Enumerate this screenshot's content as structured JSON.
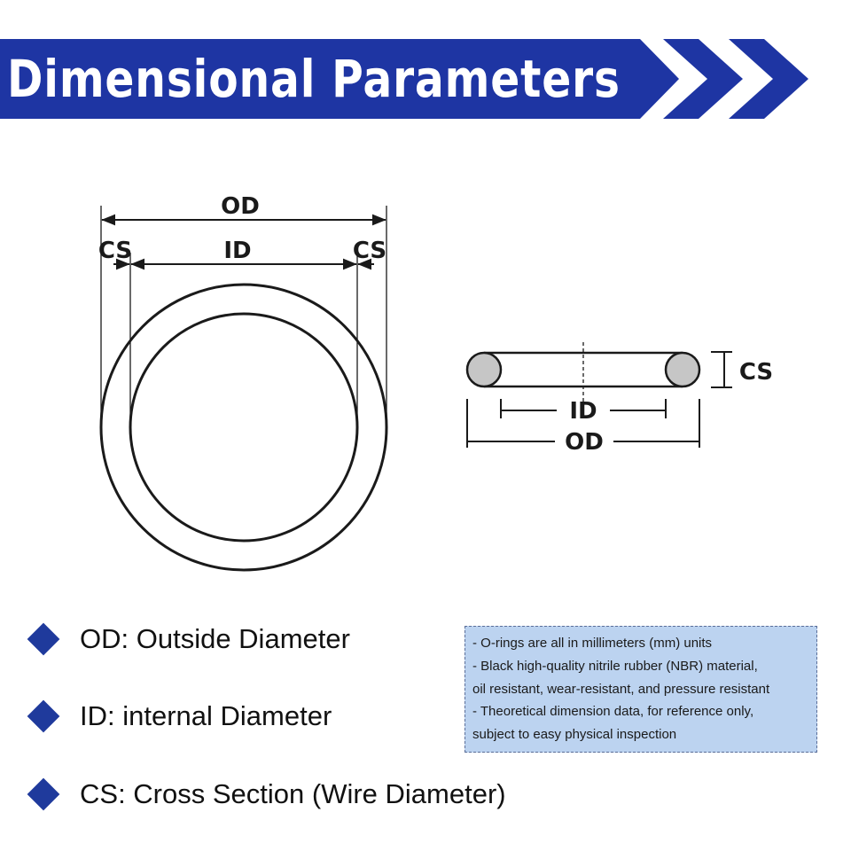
{
  "header": {
    "title": "Dimensional Parameters",
    "color": "#1e35a3"
  },
  "diagram_labels": {
    "ring_top_od": "OD",
    "ring_top_id": "ID",
    "ring_left_cs": "CS",
    "ring_right_cs": "CS",
    "profile_cs": "CS",
    "profile_id": "ID",
    "profile_od": "OD"
  },
  "legend": [
    {
      "icon": "diamond-bullet-icon",
      "text": "OD: Outside Diameter"
    },
    {
      "icon": "diamond-bullet-icon",
      "text": "ID: internal Diameter"
    },
    {
      "icon": "diamond-bullet-icon",
      "text": "CS: Cross Section (Wire Diameter)"
    }
  ],
  "notes": [
    "- O-rings are all in millimeters (mm) units",
    "- Black high-quality nitrile rubber (NBR) material,",
    "oil resistant, wear-resistant, and pressure resistant",
    "- Theoretical dimension data, for reference only,",
    "subject to easy physical inspection"
  ],
  "colors": {
    "accent": "#1f3a9c",
    "note_bg": "#bcd3f0",
    "ring_fill": "#c6c6c6"
  }
}
